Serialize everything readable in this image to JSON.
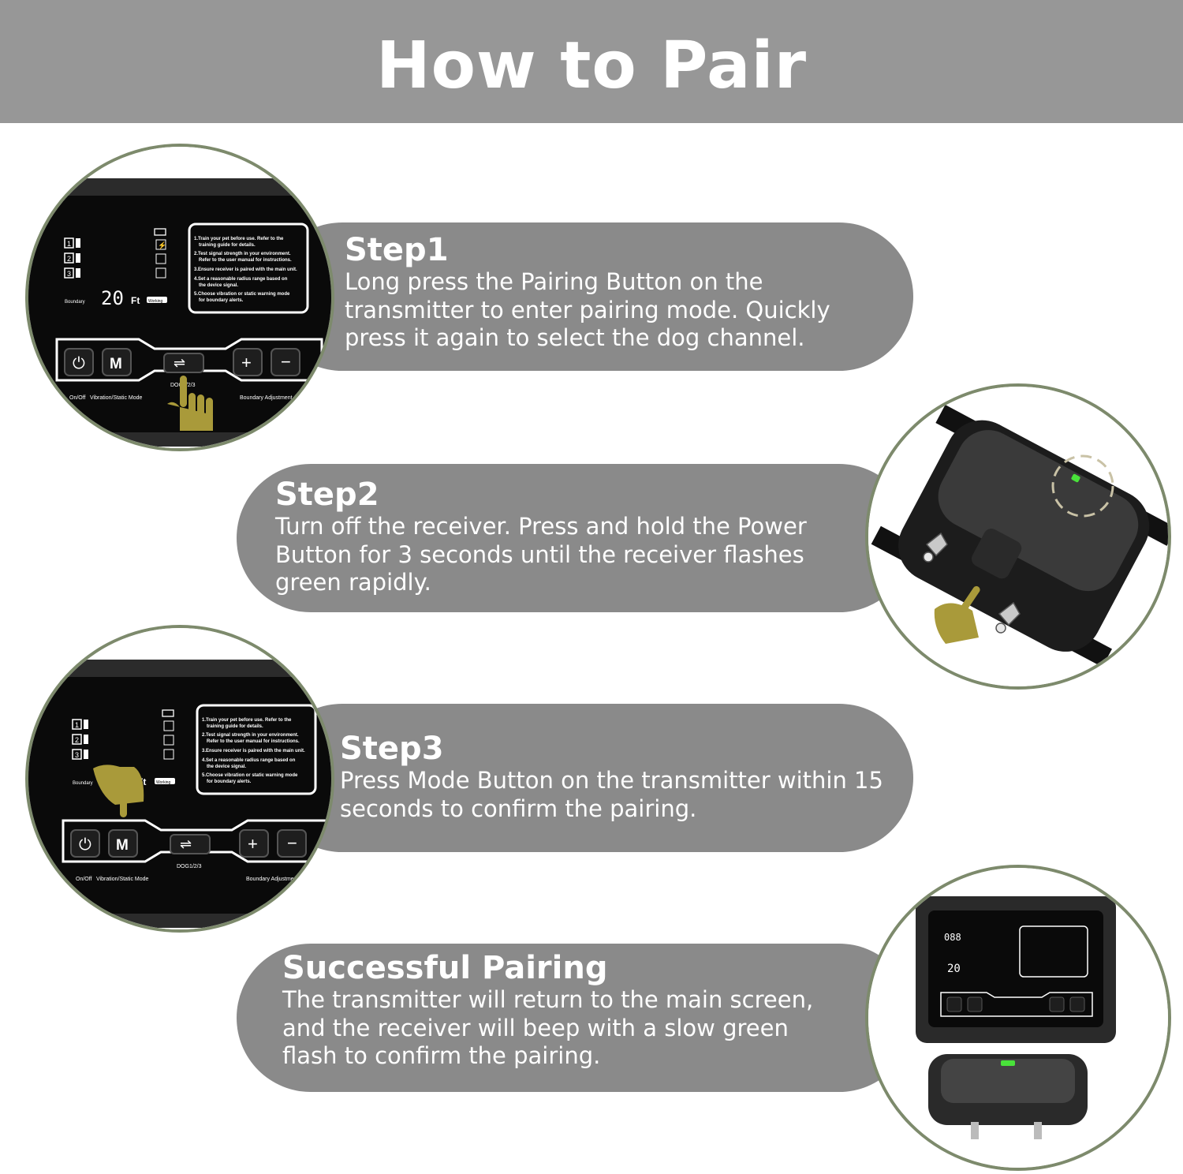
{
  "header": {
    "title": "How to Pair"
  },
  "steps": [
    {
      "title": "Step1",
      "lines": [
        "Long press the Pairing Button on the",
        "transmitter to enter pairing mode. Quickly",
        "press it again to select the dog channel."
      ]
    },
    {
      "title": "Step2",
      "lines": [
        "Turn off the receiver. Press and hold the Power",
        "Button for 3 seconds until the receiver flashes",
        "green rapidly."
      ]
    },
    {
      "title": "Step3",
      "lines": [
        "Press Mode Button on the transmitter within 15",
        "seconds to confirm the pairing."
      ]
    },
    {
      "title": "Successful Pairing",
      "lines": [
        "The transmitter will return to the main screen,",
        "and the receiver will beep with a slow green",
        "flash to confirm the pairing."
      ]
    }
  ],
  "device": {
    "instructions": [
      "1.Train your pet before use. Refer to the",
      "training guide for details.",
      "2.Test signal strength in your environment.",
      "Refer to the user manual for instructions.",
      "3.Ensure receiver is paired with the main unit.",
      "4.Set a reasonable radius range based on",
      "the device signal.",
      "5.Choose vibration or static warning mode",
      "for boundary alerts."
    ],
    "distance_value": "20",
    "distance_unit": "Ft",
    "boundary_label": "Boundary",
    "status_label": "Working",
    "mode_button_label": "M",
    "dog_label": "DOG1/2/3",
    "onoff_label": "On/Off",
    "mode_label": "Vibration/Static Mode",
    "boundary_adjust_label": "Boundary Adjustment",
    "mini_reading_top": "088",
    "mini_reading_bottom": "20"
  },
  "colors": {
    "header_bg": "#979797",
    "pill_bg": "#8a8a8a",
    "circle_border": "#7d8a6c",
    "hand": "#a99a3a",
    "led_green": "#49e23a"
  }
}
